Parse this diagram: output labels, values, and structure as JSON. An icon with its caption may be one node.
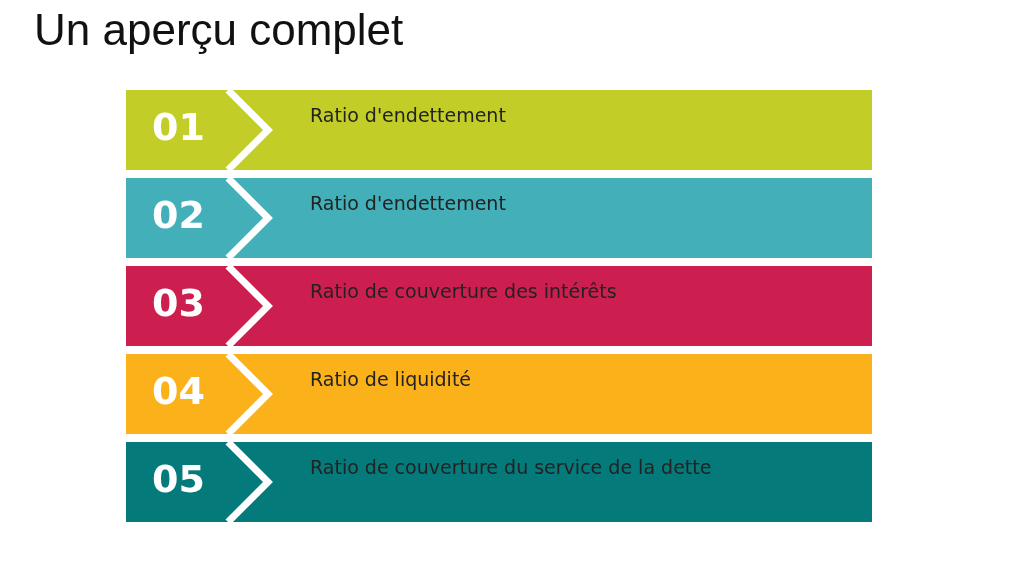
{
  "diagram": {
    "title": "Un aperçu complet",
    "nodes": [
      {
        "text": [
          "01",
          "Ratio d'endettement"
        ]
      },
      {
        "text": [
          "02",
          "Ratio d'endettement"
        ]
      },
      {
        "text": [
          "03",
          "Ratio de couverture des intérêts"
        ]
      },
      {
        "text": [
          "04",
          "Ratio de liquidité"
        ]
      },
      {
        "text": [
          "05",
          "Ratio de couverture du service de la dette"
        ]
      }
    ]
  }
}
